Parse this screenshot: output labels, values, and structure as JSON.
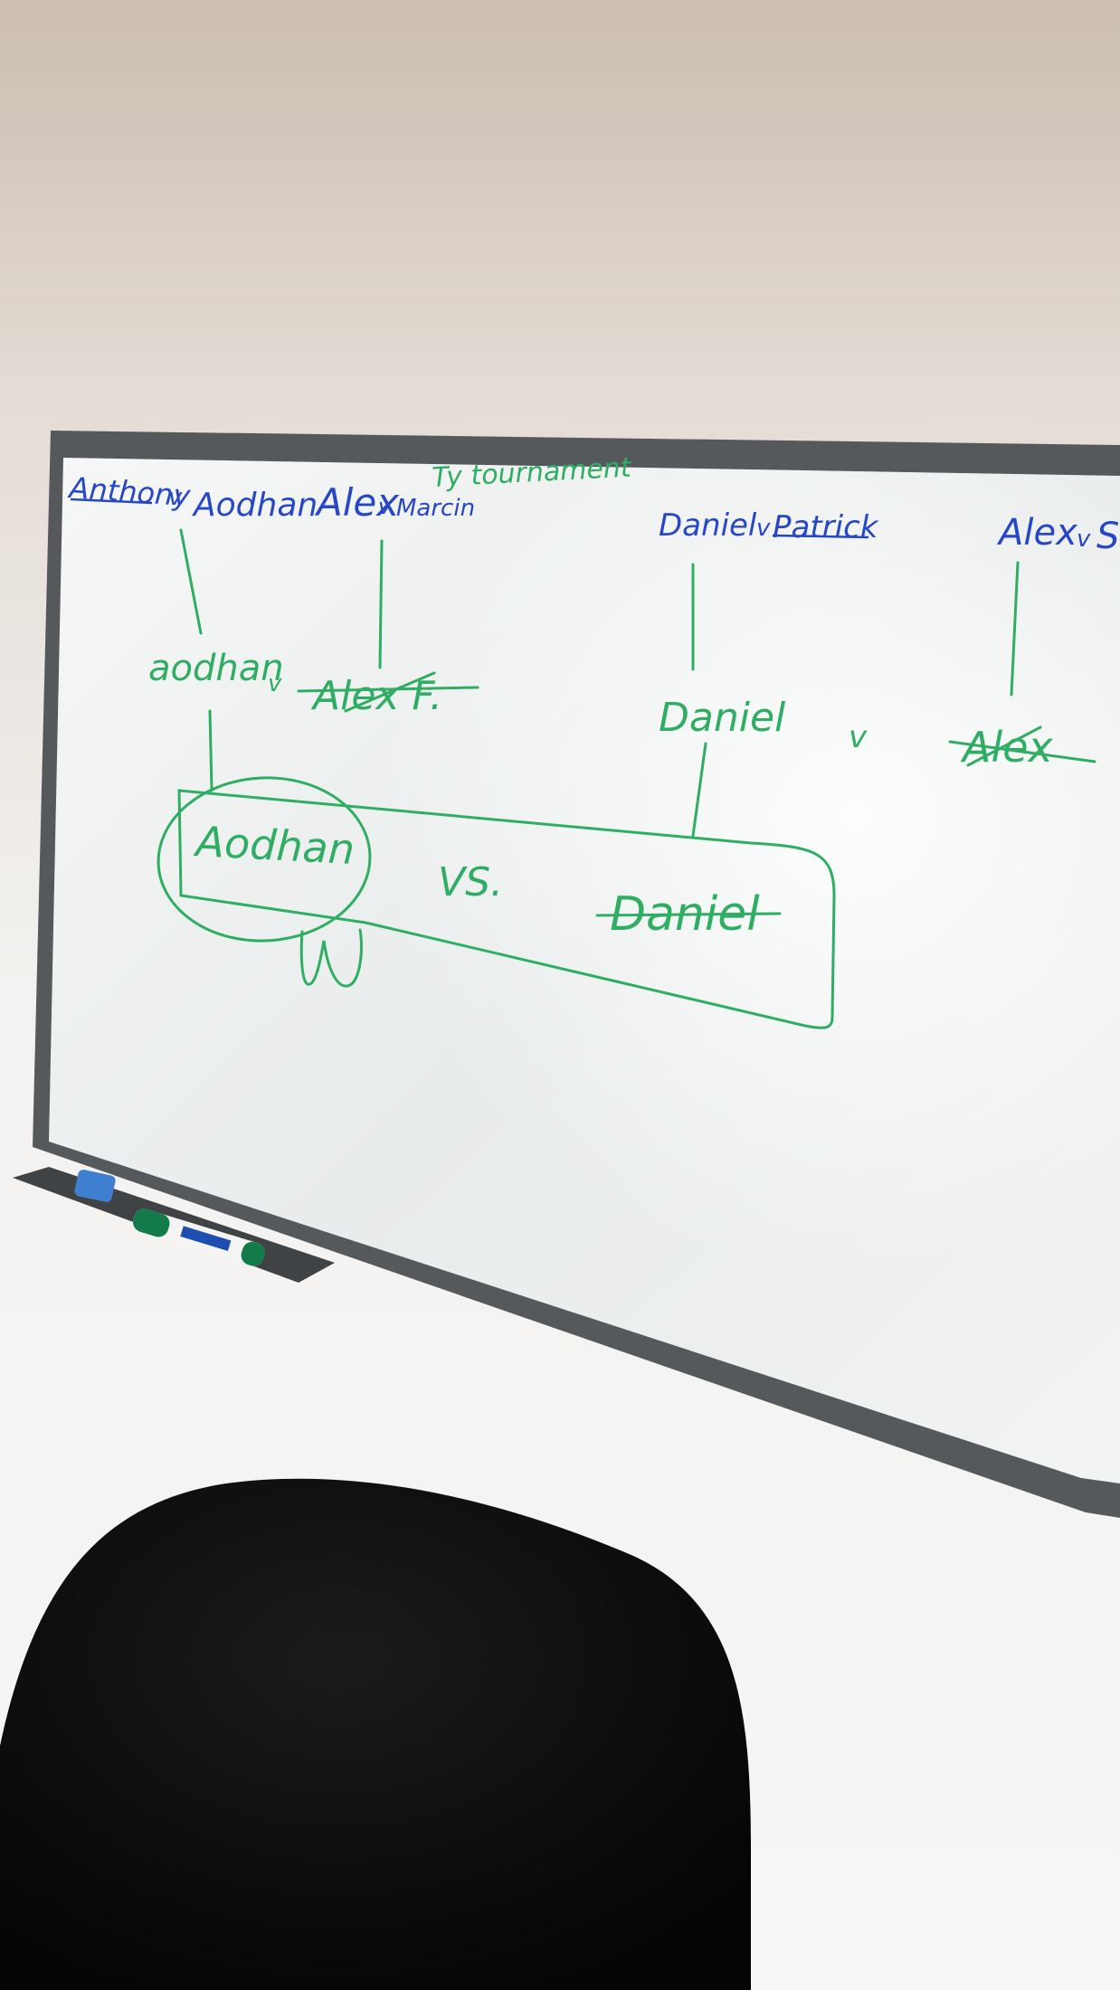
{
  "photo": {
    "subject": "whiteboard tournament bracket",
    "colors": {
      "wall_top": "#cdbfb3",
      "wall_bottom": "#f4f4f2",
      "board_frame": "#55595c",
      "board_surface": "#f1f3f3",
      "marker_blue": "#2747c6",
      "marker_green": "#2fae63",
      "chair": "#0d0d0d"
    }
  },
  "whiteboard": {
    "title": "Ty tournament",
    "round1": {
      "match1": {
        "player_a": "Anthony",
        "sep": "v",
        "player_b": "Aodhan"
      },
      "match2": {
        "player_a": "Alex",
        "sep": "v",
        "player_b": "Marcin"
      },
      "match3": {
        "player_a": "Daniel",
        "sep": "v",
        "player_b": "Patrick"
      },
      "match4": {
        "player_a": "Alex",
        "sep": "v",
        "player_b": "S"
      }
    },
    "round2": {
      "match1": {
        "player_a": "aodhan",
        "sep": "v",
        "player_b": "Alex F."
      },
      "match2": {
        "player_a": "Daniel",
        "sep": "v",
        "player_b": "Alex"
      }
    },
    "final": {
      "player_a": "Aodhan",
      "sep": "VS.",
      "player_b": "Daniel",
      "winner_mark": "W"
    }
  },
  "marker": {
    "color_name": "green"
  }
}
